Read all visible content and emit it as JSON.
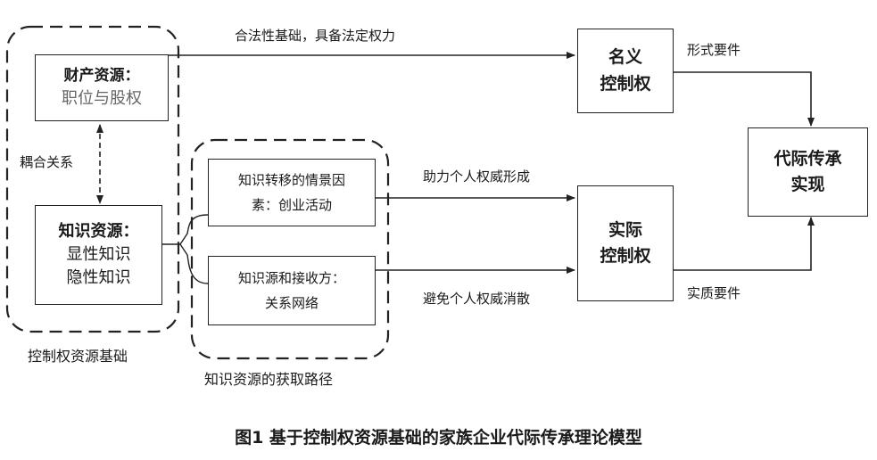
{
  "boxes": {
    "property": {
      "line1": "财产资源：",
      "line2": "职位与股权"
    },
    "knowledge": {
      "line1": "知识资源：",
      "line2": "显性知识",
      "line3": "隐性知识"
    },
    "transfer": {
      "line1": "知识转移的情景因",
      "line2": "素：创业活动"
    },
    "source": {
      "line1": "知识源和接收方：",
      "line2": "关系网络"
    },
    "nominal": {
      "line1": "名义",
      "line2": "控制权"
    },
    "actual": {
      "line1": "实际",
      "line2": "控制权"
    },
    "succession": {
      "line1": "代际传承",
      "line2": "实现"
    }
  },
  "edges": {
    "legal": "合法性基础，具备法定权力",
    "form": "形式要件",
    "coupling": "耦合关系",
    "assist": "助力个人权威形成",
    "avoid": "避免个人权威消散",
    "substance": "实质要件"
  },
  "groups": {
    "resource_base": "控制权资源基础",
    "acquisition": "知识资源的获取路径"
  },
  "caption": "图1  基于控制权资源基础的家族企业代际传承理论模型"
}
